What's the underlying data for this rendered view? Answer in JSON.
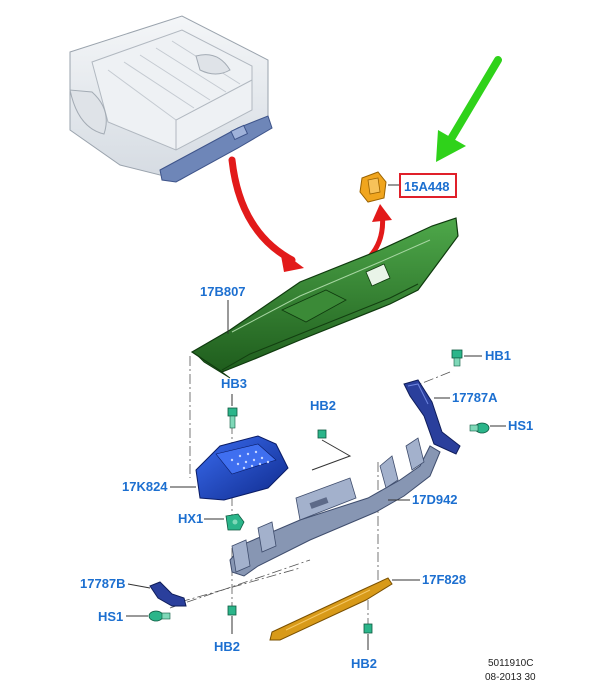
{
  "colors": {
    "label": "#1c6fd0",
    "highlight_box": "#e0202a",
    "pointer_arrow_green": "#2fd21a",
    "action_arrow_red": "#e21a1a",
    "bumper": "#2d7a2a",
    "brackets": "#8796b3",
    "step_pad": "#1b3fb8",
    "step_support": "#2a3f9c",
    "scuff_strip": "#d89a19",
    "fastener": "#2bb58a"
  },
  "icons": {
    "truck_bed": "pickup-truck-bed-illustration",
    "pointer": "green-arrow",
    "move": "red-curved-arrow"
  },
  "labels": {
    "part_15A448": "15A448",
    "part_17B807": "17B807",
    "part_HB1": "HB1",
    "part_HB3": "HB3",
    "part_17787A": "17787A",
    "part_HB2_top": "HB2",
    "part_HS1_right": "HS1",
    "part_17K824": "17K824",
    "part_17D942": "17D942",
    "part_HX1": "HX1",
    "part_17787B": "17787B",
    "part_17F828": "17F828",
    "part_HS1_left": "HS1",
    "part_HB2_bottom_left": "HB2",
    "part_HB2_bottom_right": "HB2"
  },
  "footer": {
    "figure_number": "5011910C",
    "date_code": "08-2013 30"
  }
}
